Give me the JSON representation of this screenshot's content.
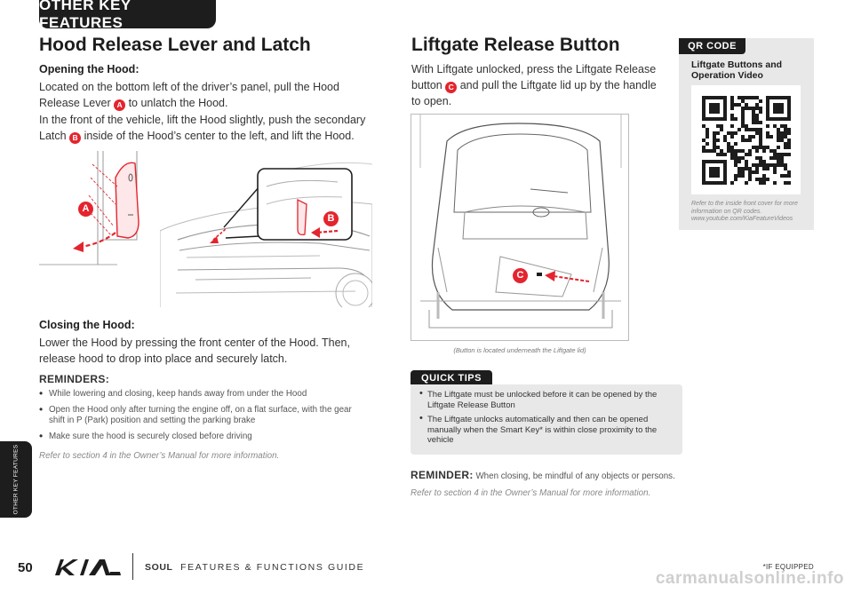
{
  "header": {
    "section_tab": "OTHER KEY FEATURES"
  },
  "side_tab": {
    "label": "OTHER KEY FEATURES"
  },
  "hood": {
    "title": "Hood Release Lever and Latch",
    "opening_heading": "Opening the Hood:",
    "opening_p1_a": "Located on the bottom left of the driver’s panel, pull the Hood Release Lever",
    "opening_p1_b": "to unlatch the Hood.",
    "opening_p2_a": "In the front of the vehicle, lift the Hood slightly, push the secondary Latch",
    "opening_p2_b": "inside of the Hood’s center to the left, and lift the Hood.",
    "closing_heading": "Closing the Hood:",
    "closing_p": "Lower the Hood by pressing the front center of the Hood. Then, release hood to drop into place and securely latch.",
    "reminders_heading": "REMINDERS:",
    "reminders": [
      "While lowering and closing, keep hands away from under the Hood",
      "Open the Hood only after turning the engine off, on a flat surface, with the gear shift in P (Park) position and setting the parking brake",
      "Make sure the hood is securely closed before driving"
    ],
    "reference": "Refer to section 4 in the Owner’s Manual for more information."
  },
  "badges": {
    "a": "A",
    "b": "B",
    "c": "C"
  },
  "liftgate": {
    "title": "Liftgate Release Button",
    "intro_a": "With Liftgate unlocked, press the Liftgate Release button",
    "intro_b": "and pull the Liftgate lid up by the handle to open.",
    "caption": "(Button is located underneath the Liftgate lid)",
    "quick_tips_label": "QUICK TIPS",
    "quick_tips": [
      "The Liftgate must be unlocked before it can be opened by the Liftgate Release Button",
      "The Liftgate unlocks automatically and then can be opened manually when the Smart Key* is within close proximity to the vehicle"
    ],
    "reminder_label": "REMINDER:",
    "reminder_text": "When closing, be mindful of any objects or persons.",
    "reference": "Refer to section 4 in the Owner’s Manual for more information."
  },
  "qr": {
    "tab": "QR CODE",
    "title": "Liftgate Buttons and Operation Video",
    "ref_line1": "Refer to the inside front cover for more information on QR codes.",
    "ref_line2": "www.youtube.com/KiaFeatureVideos"
  },
  "footer": {
    "page_number": "50",
    "brand": "KIA",
    "model": "SOUL",
    "guide": "FEATURES & FUNCTIONS GUIDE",
    "equipped": "*IF EQUIPPED",
    "watermark": "carmanualsonline.info"
  },
  "colors": {
    "accent_red": "#e4242e",
    "dark": "#1d1d1d",
    "panel_gray": "#e8e8e8"
  }
}
